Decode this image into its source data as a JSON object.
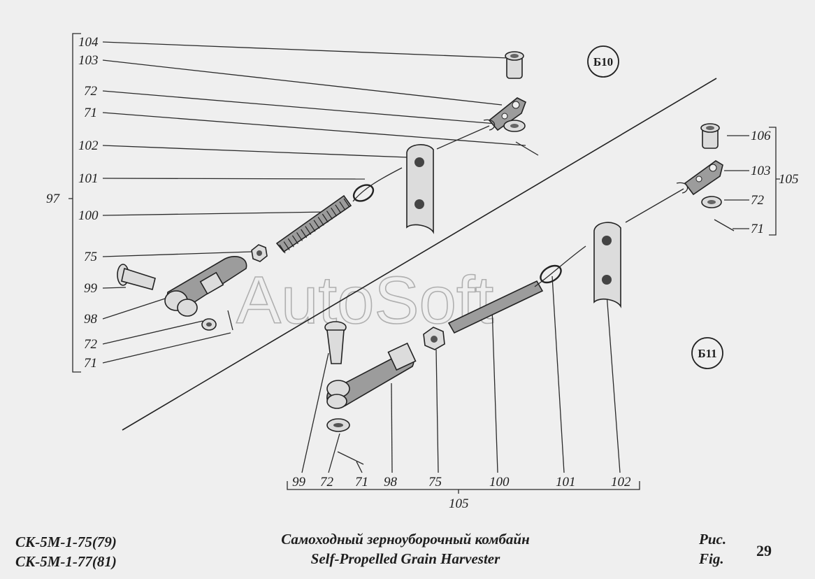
{
  "diagram": {
    "watermark": "AutoSoft",
    "view_labels": {
      "b10": "Б10",
      "b11": "Б11"
    },
    "left_group": {
      "bracket_label": "97",
      "callouts": [
        "104",
        "103",
        "72",
        "71",
        "102",
        "101",
        "100",
        "75",
        "99",
        "98",
        "72",
        "71"
      ]
    },
    "right_group": {
      "bracket_label": "105",
      "callouts": [
        "106",
        "103",
        "72",
        "71"
      ]
    },
    "bottom_group": {
      "bracket_label": "105",
      "callouts": [
        "99",
        "72",
        "71",
        "98",
        "75",
        "100",
        "101",
        "102"
      ]
    }
  },
  "footer": {
    "model_line1": "СК-5М-1-75(79)",
    "model_line2": "СК-5М-1-77(81)",
    "title_ru": "Самоходный зерноуборочный комбайн",
    "title_en": "Self-Propelled Grain Harvester",
    "fig_ru": "Рис.",
    "fig_en": "Fig.",
    "fig_number": "29"
  }
}
